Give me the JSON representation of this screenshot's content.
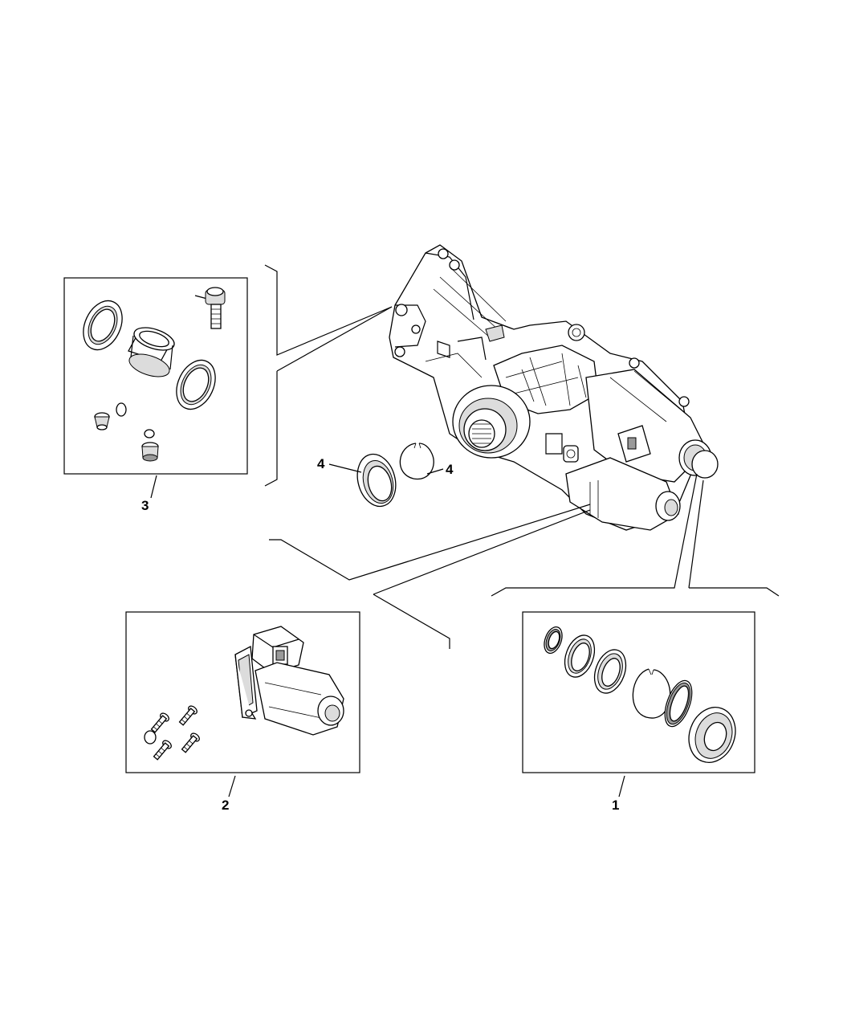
{
  "callouts": {
    "item_1": "1",
    "item_2": "2",
    "item_3": "3",
    "item_4_left": "4",
    "item_4_right": "4"
  },
  "colors": {
    "line": "#000000",
    "background": "#ffffff",
    "shading": "#dcdcdc"
  }
}
